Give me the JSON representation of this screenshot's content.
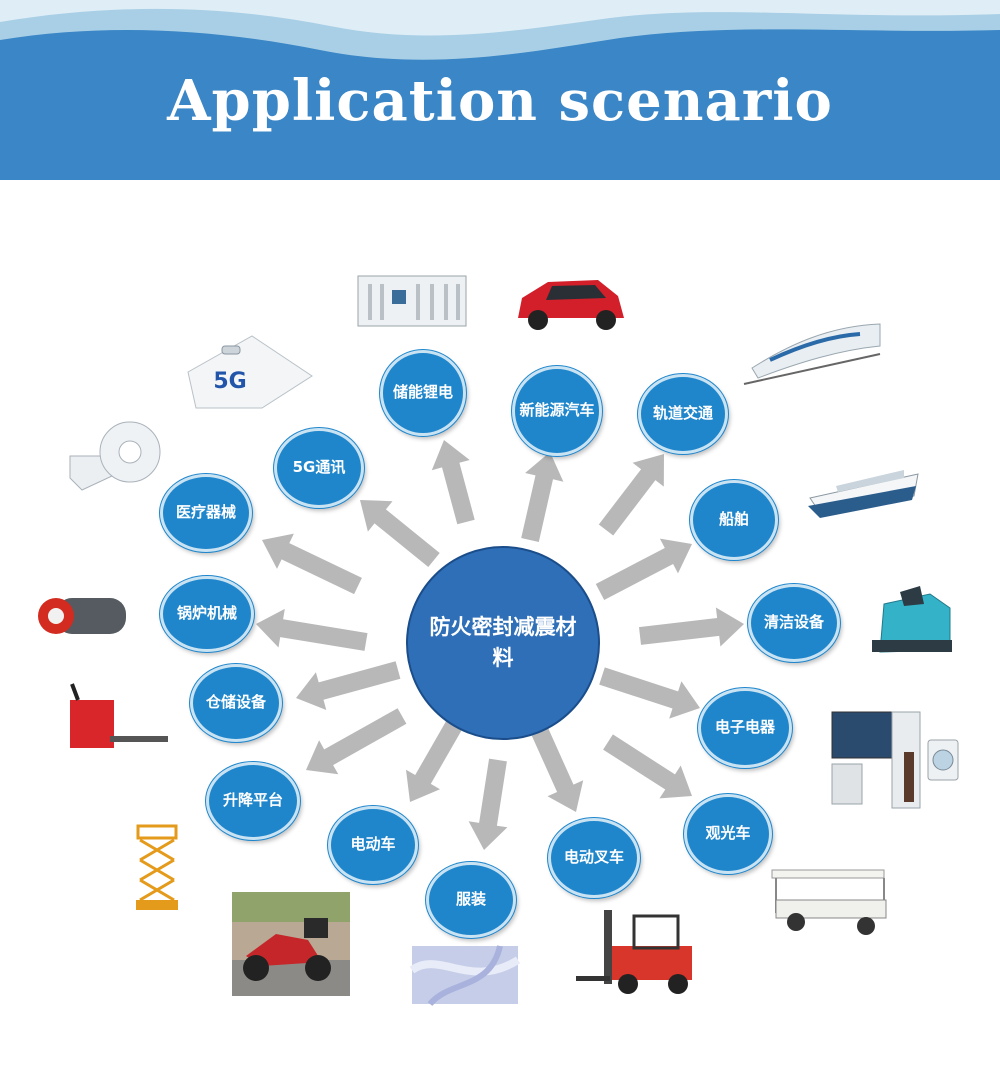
{
  "header": {
    "title": "Application scenario"
  },
  "center": {
    "label": "防火密封减震材料"
  },
  "nodes": [
    {
      "label": "储能锂电"
    },
    {
      "label": "新能源汽车"
    },
    {
      "label": "轨道交通"
    },
    {
      "label": "船舶"
    },
    {
      "label": "清洁设备"
    },
    {
      "label": "电子电器"
    },
    {
      "label": "观光车"
    },
    {
      "label": "电动叉车"
    },
    {
      "label": "服装"
    },
    {
      "label": "电动车"
    },
    {
      "label": "升降平台"
    },
    {
      "label": "仓储设备"
    },
    {
      "label": "锅炉机械"
    },
    {
      "label": "医疗器械"
    },
    {
      "label": "5G通讯"
    }
  ],
  "badges": {
    "fiveg": "5G"
  },
  "colors": {
    "banner": "#3a86c6",
    "node": "#1f86cc",
    "center": "#2f6fb8",
    "arrow": "#b8b8b8"
  }
}
